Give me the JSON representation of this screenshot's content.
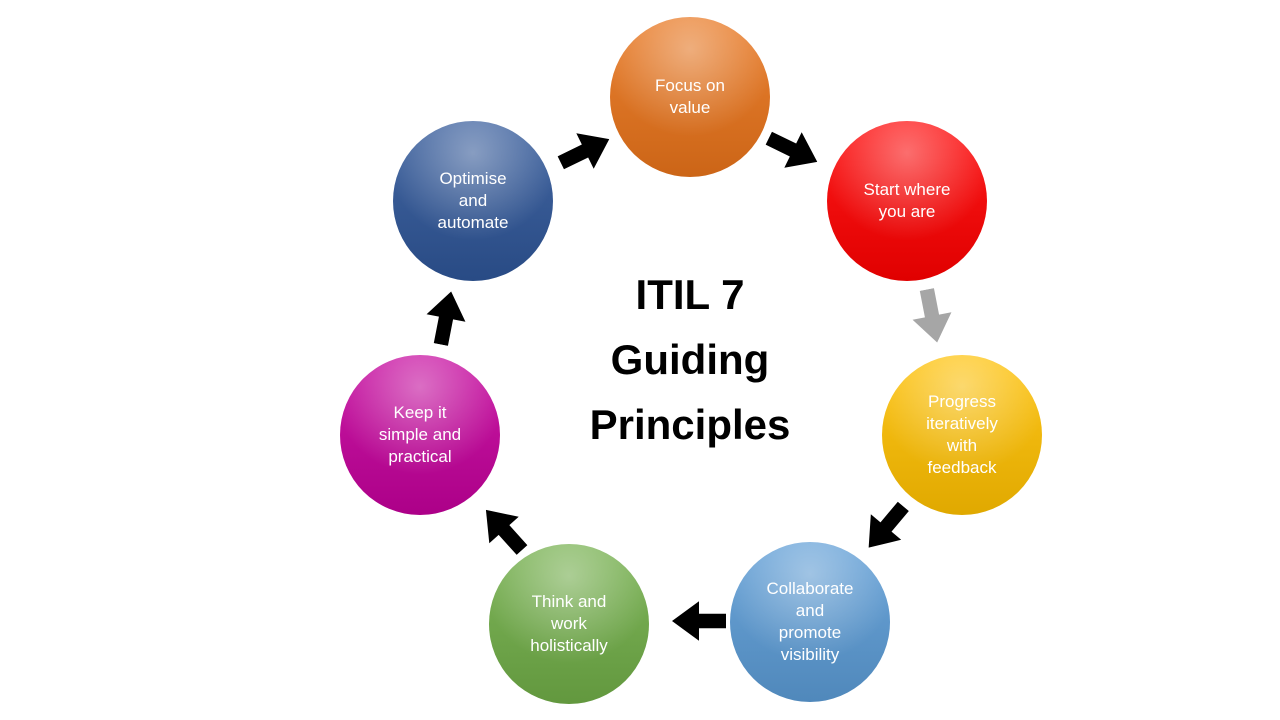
{
  "diagram": {
    "title": "ITIL 7\nGuiding\nPrinciples",
    "background_color": "#FFFFFF",
    "principles": [
      {
        "id": "focus-on-value",
        "label": "Focus on\nvalue",
        "color": "#E8731A"
      },
      {
        "id": "start-where-you-are",
        "label": "Start where\nyou are",
        "color": "#FF0000"
      },
      {
        "id": "progress-iteratively-with-feedback",
        "label": "Progress\niteratively\nwith\nfeedback",
        "color": "#FFC000"
      },
      {
        "id": "collaborate-and-promote-visibility",
        "label": "Collaborate\nand\npromote\nvisibility",
        "color": "#5B9BD5"
      },
      {
        "id": "think-and-work-holistically",
        "label": "Think and\nwork\nholistically",
        "color": "#70AD47"
      },
      {
        "id": "keep-it-simple-and-practical",
        "label": "Keep it\nsimple and\npractical",
        "color": "#C4009B"
      },
      {
        "id": "optimise-and-automate",
        "label": "Optimise\nand\nautomate",
        "color": "#2E5597"
      }
    ],
    "arrows": [
      {
        "from": "optimise-and-automate",
        "to": "focus-on-value",
        "color": "#000000"
      },
      {
        "from": "focus-on-value",
        "to": "start-where-you-are",
        "color": "#000000"
      },
      {
        "from": "start-where-you-are",
        "to": "progress-iteratively-with-feedback",
        "color": "#A6A6A6"
      },
      {
        "from": "progress-iteratively-with-feedback",
        "to": "collaborate-and-promote-visibility",
        "color": "#000000"
      },
      {
        "from": "collaborate-and-promote-visibility",
        "to": "think-and-work-holistically",
        "color": "#000000"
      },
      {
        "from": "think-and-work-holistically",
        "to": "keep-it-simple-and-practical",
        "color": "#000000"
      },
      {
        "from": "keep-it-simple-and-practical",
        "to": "optimise-and-automate",
        "color": "#000000"
      }
    ]
  }
}
